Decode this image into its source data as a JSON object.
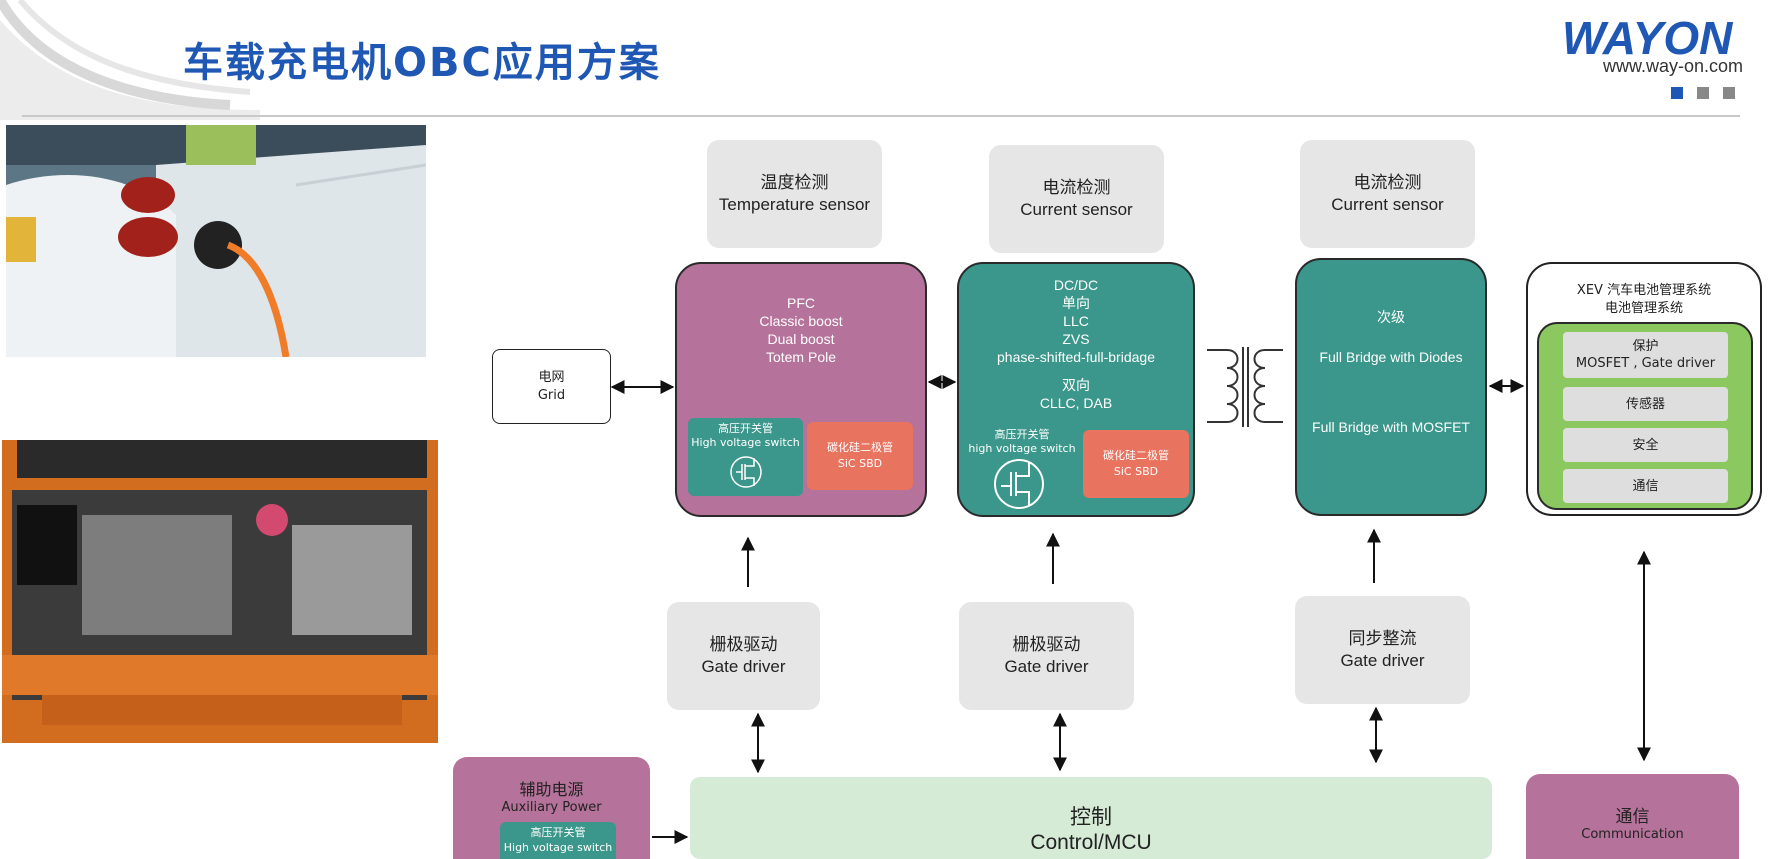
{
  "header": {
    "title": "车载充电机OBC应用方案",
    "logo_text": "WAYON",
    "logo_url": "www.way-on.com",
    "brand_color": "#1f57b4"
  },
  "photos": {
    "charging_car": "charging-car-photo",
    "engine_bay": "engine-bay-photo"
  },
  "sensors": {
    "temp": {
      "zh": "温度检测",
      "en": "Temperature sensor"
    },
    "current1": {
      "zh": "电流检测",
      "en": "Current sensor"
    },
    "current2": {
      "zh": "电流检测",
      "en": "Current sensor"
    }
  },
  "grid": {
    "zh": "电网",
    "en": "Grid"
  },
  "pfc": {
    "lines": [
      "PFC",
      "Classic boost",
      "Dual boost",
      "Totem Pole"
    ],
    "switch": {
      "zh": "高压开关管",
      "en": "High voltage switch"
    },
    "sbd": {
      "zh": "碳化硅二极管",
      "en": "SiC SBD"
    },
    "color": "#b5729a"
  },
  "dcdc": {
    "lines": [
      "DC/DC",
      "单向",
      "LLC",
      "ZVS",
      "phase-shifted-full-bridage",
      "",
      "双向",
      "CLLC, DAB"
    ],
    "switch": {
      "zh": "高压开关管",
      "en": "high voltage switch"
    },
    "sbd": {
      "zh": "碳化硅二极管",
      "en": "SiC SBD"
    },
    "color": "#3b978b"
  },
  "secondary": {
    "title": "次级",
    "line1": "Full Bridge with Diodes",
    "line2": "Full Bridge with MOSFET"
  },
  "bms": {
    "title1": "XEV 汽车电池管理系统",
    "title2": "电池管理系统",
    "items": [
      {
        "zh": "保护",
        "en": "MOSFET , Gate driver"
      },
      {
        "zh": "传感器",
        "en": ""
      },
      {
        "zh": "安全",
        "en": ""
      },
      {
        "zh": "通信",
        "en": ""
      }
    ],
    "inner_color": "#8cc860"
  },
  "drivers": {
    "gd1": {
      "zh": "栅极驱动",
      "en": "Gate driver"
    },
    "gd2": {
      "zh": "栅极驱动",
      "en": "Gate driver"
    },
    "sync": {
      "zh": "同步整流",
      "en": "Gate driver"
    }
  },
  "aux": {
    "zh": "辅助电源",
    "en": "Auxiliary Power",
    "switch": {
      "zh": "高压开关管",
      "en": "High voltage switch"
    }
  },
  "mcu": {
    "zh": "控制",
    "en": "Control/MCU",
    "color": "#d6ebd6"
  },
  "comm": {
    "zh": "通信",
    "en": "Communication"
  }
}
